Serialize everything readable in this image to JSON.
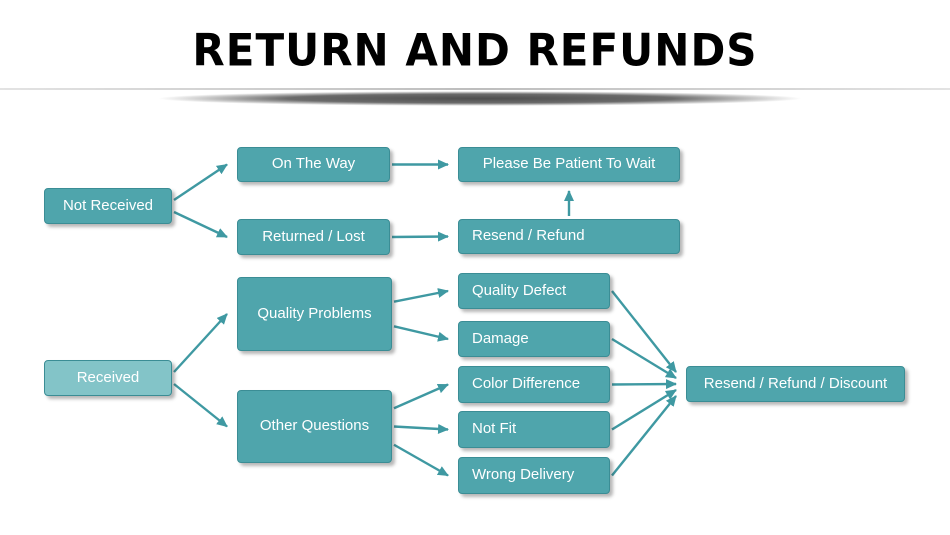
{
  "title": "RETURN AND REFUNDS",
  "colors": {
    "box": "#4fa5ac",
    "box_border": "#3b8d95",
    "box_light": "#83c4c8",
    "arrow": "#3f99a2"
  },
  "nodes": {
    "not_received": "Not Received",
    "received": "Received",
    "on_the_way": "On The Way",
    "returned_lost": "Returned / Lost",
    "quality_problems": "Quality Problems",
    "other_questions": "Other Questions",
    "please_wait": "Please Be Patient To Wait",
    "resend_refund": "Resend / Refund",
    "quality_defect": "Quality Defect",
    "damage": "Damage",
    "color_difference": "Color Difference",
    "not_fit": "Not Fit",
    "wrong_delivery": "Wrong Delivery",
    "resend_refund_discount": "Resend / Refund / Discount"
  },
  "edges": [
    {
      "from": "not_received",
      "to": "on_the_way"
    },
    {
      "from": "not_received",
      "to": "returned_lost"
    },
    {
      "from": "on_the_way",
      "to": "please_wait"
    },
    {
      "from": "returned_lost",
      "to": "resend_refund"
    },
    {
      "from": "resend_refund",
      "to": "please_wait",
      "dir": "up"
    },
    {
      "from": "received",
      "to": "quality_problems"
    },
    {
      "from": "received",
      "to": "other_questions"
    },
    {
      "from": "quality_problems",
      "to": "quality_defect"
    },
    {
      "from": "quality_problems",
      "to": "damage"
    },
    {
      "from": "other_questions",
      "to": "color_difference"
    },
    {
      "from": "other_questions",
      "to": "not_fit"
    },
    {
      "from": "other_questions",
      "to": "wrong_delivery"
    },
    {
      "from": "quality_defect",
      "to": "resend_refund_discount"
    },
    {
      "from": "damage",
      "to": "resend_refund_discount"
    },
    {
      "from": "color_difference",
      "to": "resend_refund_discount"
    },
    {
      "from": "not_fit",
      "to": "resend_refund_discount"
    },
    {
      "from": "wrong_delivery",
      "to": "resend_refund_discount"
    }
  ]
}
